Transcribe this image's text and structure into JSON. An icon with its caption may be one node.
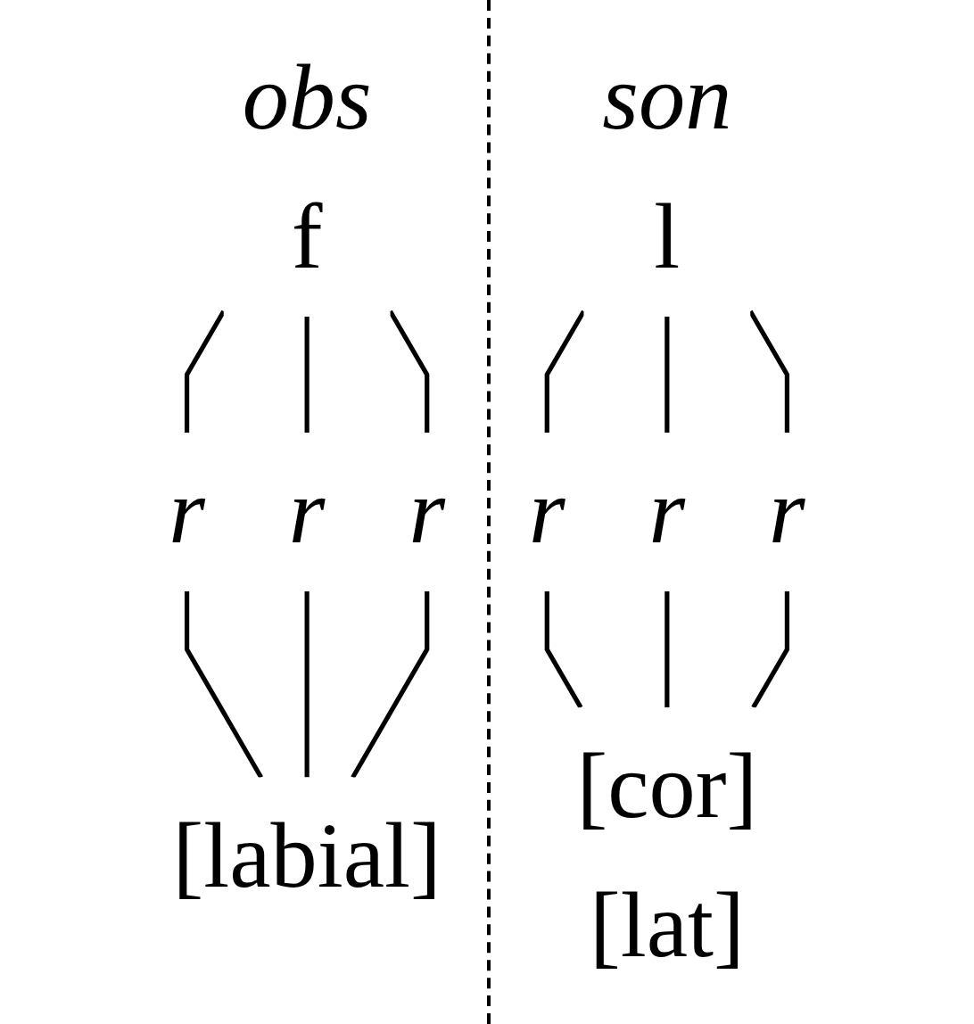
{
  "diagram": {
    "nodes": [
      {
        "text": [
          "obs",
          "f"
        ]
      },
      {
        "text": [
          "r"
        ]
      },
      {
        "text": [
          "r"
        ]
      },
      {
        "text": [
          "r"
        ]
      },
      {
        "text": [
          "[labial]"
        ]
      },
      {
        "text": [
          "son",
          "l"
        ]
      },
      {
        "text": [
          "r"
        ]
      },
      {
        "text": [
          "r"
        ]
      },
      {
        "text": [
          "r"
        ]
      },
      {
        "text": [
          "[cor]",
          "[lat]"
        ]
      }
    ],
    "edges": [
      {
        "from": 0,
        "to": 1,
        "arrow": "none"
      },
      {
        "from": 0,
        "to": 2,
        "arrow": "none"
      },
      {
        "from": 0,
        "to": 3,
        "arrow": "none"
      },
      {
        "from": 1,
        "to": 4,
        "arrow": "none"
      },
      {
        "from": 2,
        "to": 4,
        "arrow": "none"
      },
      {
        "from": 3,
        "to": 4,
        "arrow": "none"
      },
      {
        "from": 5,
        "to": 6,
        "arrow": "none"
      },
      {
        "from": 5,
        "to": 7,
        "arrow": "none"
      },
      {
        "from": 5,
        "to": 8,
        "arrow": "none"
      },
      {
        "from": 6,
        "to": 9,
        "arrow": "none"
      },
      {
        "from": 7,
        "to": 9,
        "arrow": "none"
      },
      {
        "from": 8,
        "to": 9,
        "arrow": "none"
      }
    ]
  }
}
